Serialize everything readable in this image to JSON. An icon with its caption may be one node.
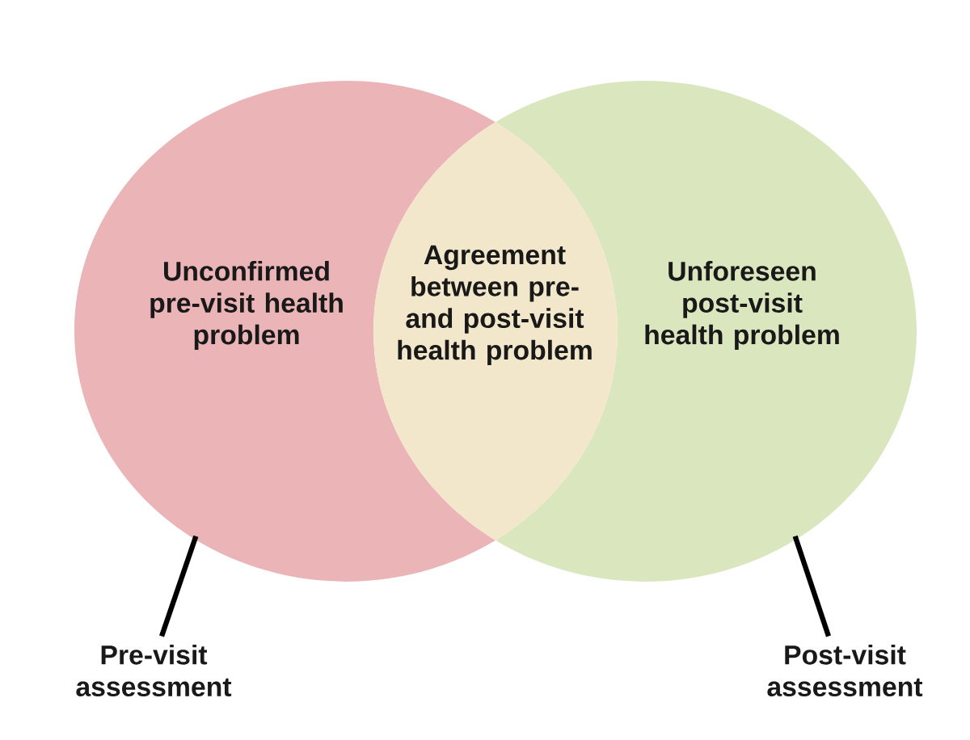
{
  "diagram": {
    "nodes": [
      {
        "text": [
          "Unconfirmed pre-visit health problem"
        ]
      },
      {
        "text": [
          "Unforeseen post-visit health problem"
        ]
      },
      {
        "text": [
          "Agreement between pre- and post-visit health problem"
        ]
      },
      {
        "text": [
          "Pre-visit assessment"
        ]
      },
      {
        "text": [
          "Post-visit assessment"
        ]
      }
    ],
    "edges": [
      {
        "from": 3,
        "to": 0,
        "arrow": "none"
      },
      {
        "from": 4,
        "to": 1,
        "arrow": "none"
      }
    ]
  }
}
